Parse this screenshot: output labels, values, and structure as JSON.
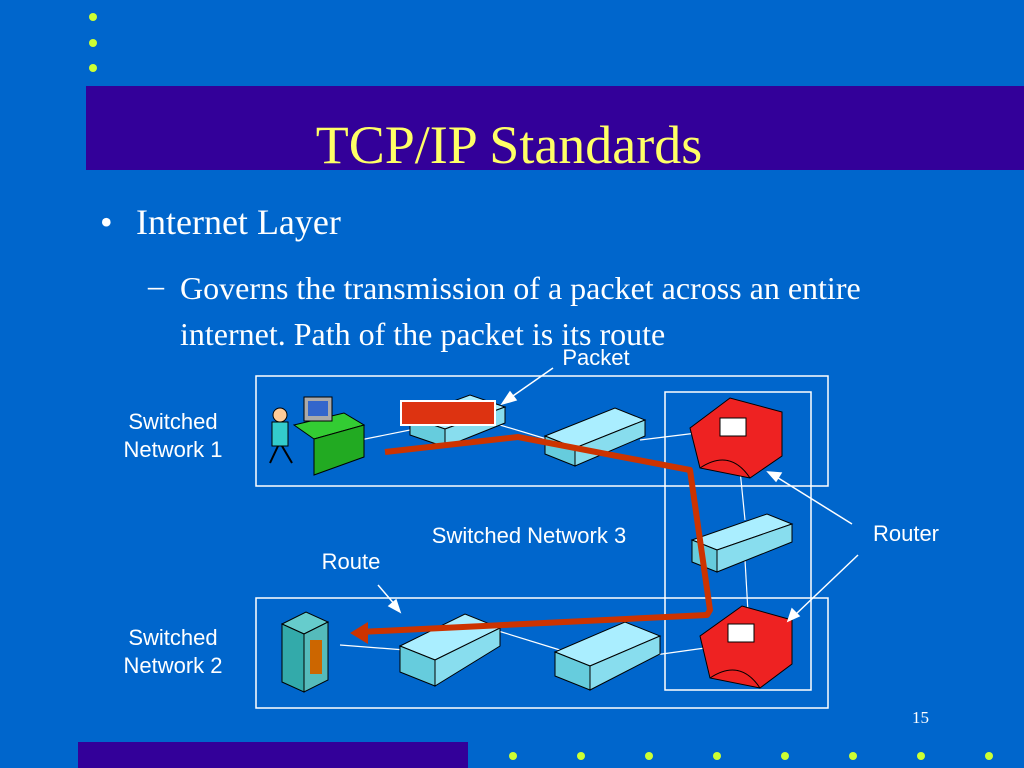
{
  "slide": {
    "title": "TCP/IP Standards",
    "bullet": "Internet Layer",
    "bullet_mark": "•",
    "sub_dash": "–",
    "sub_text": "Governs the transmission of a packet across an entire internet. Path of the packet is its route",
    "page_number": "15"
  },
  "diagram": {
    "packet_label": "Packet",
    "network1_label": "Switched Network 1",
    "network1_line1": "Switched",
    "network1_line2": "Network 1",
    "network2_line1": "Switched",
    "network2_line2": "Network 2",
    "network3_label": "Switched Network 3",
    "route_label": "Route",
    "router_label": "Router"
  },
  "colors": {
    "background": "#0066cc",
    "title_bar": "#330099",
    "title_text": "#ffff66",
    "dots": "#ccff33",
    "route_line": "#cc3300",
    "router": "#ee2222",
    "switch": "#aaeeff"
  }
}
